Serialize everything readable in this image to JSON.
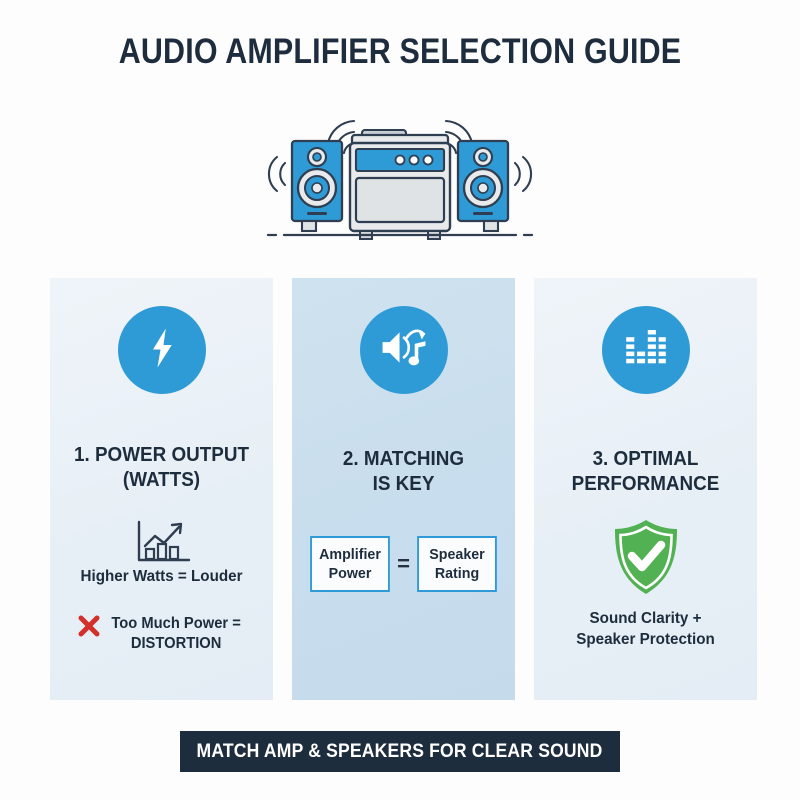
{
  "title": "AUDIO AMPLIFIER SELECTION GUIDE",
  "hero": {
    "icon": "stereo-system-illustration",
    "description": "Two bookshelf speakers flanking an amplifier with sound waves"
  },
  "colors": {
    "accent_blue": "#2e9bd6",
    "dark_navy": "#1e2d3d",
    "green": "#52b152",
    "red": "#d3302b",
    "card_light_bg": "#e9f0f7",
    "card_highlight_bg": "#c8dded",
    "page_bg": "#fdfdfd"
  },
  "cards": [
    {
      "id": "power-output",
      "icon": "lightning-bolt-icon",
      "title": "1. POWER OUTPUT (WATTS)",
      "title_line1": "1. POWER OUTPUT",
      "title_line2": "(WATTS)",
      "detail_icon": "bar-chart-trend-up-icon",
      "detail_text": "Higher Watts = Louder",
      "warning_icon": "red-x-icon",
      "warning_line1": "Too Much Power =",
      "warning_line2": "DISTORTION",
      "highlighted": false
    },
    {
      "id": "matching-is-key",
      "icon": "speaker-music-note-icon",
      "title": "2. MATCHING IS KEY",
      "title_line1": "2. MATCHING",
      "title_line2": "IS KEY",
      "equation": {
        "left_line1": "Amplifier",
        "left_line2": "Power",
        "operator": "=",
        "right_line1": "Speaker",
        "right_line2": "Rating"
      },
      "highlighted": true
    },
    {
      "id": "optimal-performance",
      "icon": "equalizer-bars-icon",
      "title": "3. OPTIMAL PERFORMANCE",
      "title_line1": "3. OPTIMAL",
      "title_line2": "PERFORMANCE",
      "detail_icon": "shield-check-icon",
      "benefit_line1": "Sound Clarity +",
      "benefit_line2": "Speaker Protection",
      "highlighted": false
    }
  ],
  "footer": {
    "text": "MATCH AMP & SPEAKERS FOR CLEAR SOUND"
  }
}
